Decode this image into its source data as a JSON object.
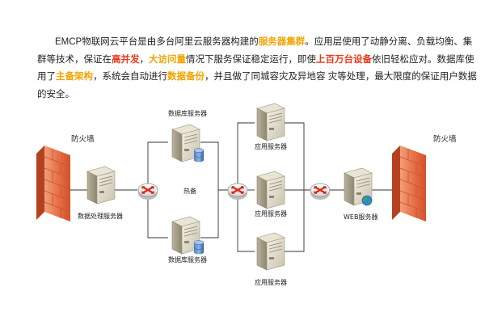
{
  "intro": {
    "p1": "EMCP物联网云平台是由多台阿里云服务器构建的",
    "h1": "服务器集群",
    "p2": "。应用层使用了动静分离、负载均衡、集群等技术，保证在",
    "h2": "高并发",
    "p3": "，",
    "h3": "大访问量",
    "p4": "情况下服务保证稳定运行，即使",
    "h4": "上百万台设备",
    "p5": "依旧轻松应对。数据库使用了",
    "h5": "主备架构",
    "p6": "，系统会自动进行",
    "h6": "数据备份",
    "p7": "，并且做了同城容灾及异地容 灾等处理，最大限度的保证用户数据的安全。"
  },
  "diagram": {
    "firewall_left": "防火墙",
    "firewall_right": "防火墙",
    "data_processing_server": "数据处理服务器",
    "db_server_top": "数据库服务器",
    "db_server_bottom": "数据库服务器",
    "hot_standby": "热备",
    "app_server_1": "应用服务器",
    "app_server_2": "应用服务器",
    "app_server_3": "应用服务器",
    "web_server": "WEB服务器"
  },
  "colors": {
    "highlight": "#f5a300",
    "highlight_red": "#e83a1c",
    "link_line": "#333333"
  }
}
